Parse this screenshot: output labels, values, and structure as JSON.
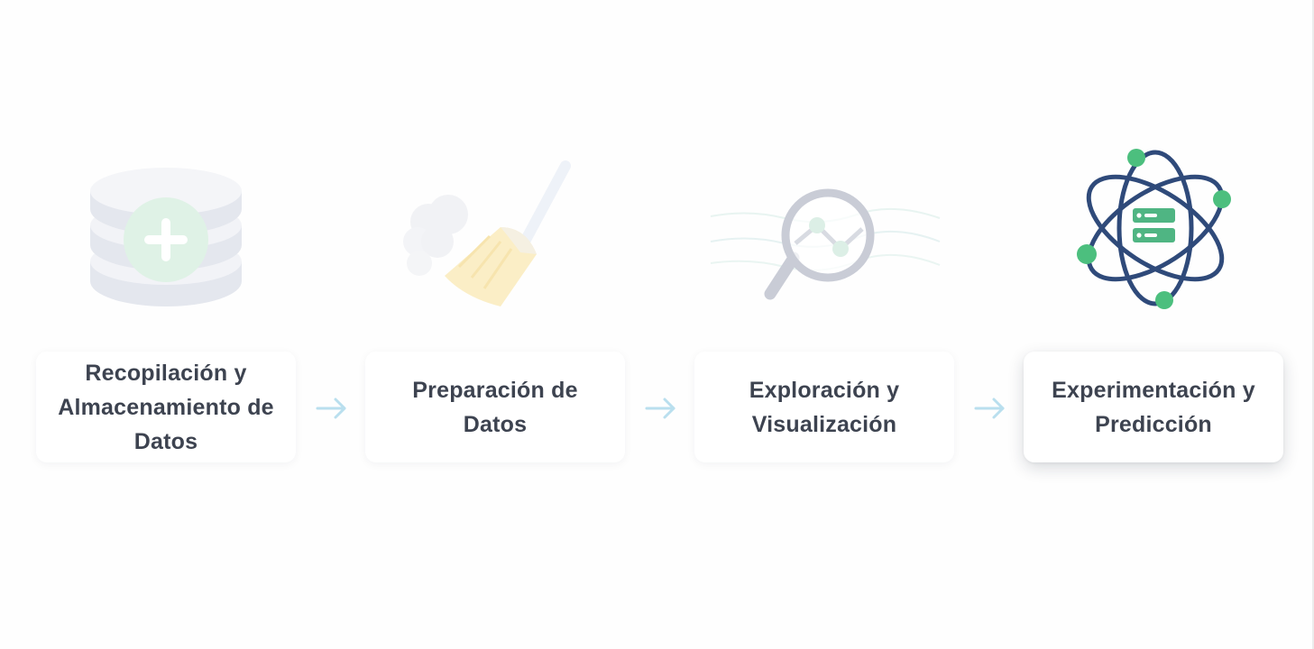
{
  "steps": [
    {
      "label": "Recopilación y\nAlmacenamiento de\nDatos",
      "icon": "database-add-icon",
      "active": false
    },
    {
      "label": "Preparación de\nDatos",
      "icon": "broom-icon",
      "active": false
    },
    {
      "label": "Exploración y\nVisualización",
      "icon": "magnifier-chart-icon",
      "active": false
    },
    {
      "label": "Experimentación y\nPredicción",
      "icon": "atom-server-icon",
      "active": true
    }
  ],
  "arrows": [
    "arrow-right-icon",
    "arrow-right-icon",
    "arrow-right-icon"
  ],
  "colors": {
    "arrow": "#b9dfee",
    "atom_orbit": "#2f4a7a",
    "atom_node": "#4cbf7e",
    "server": "#4fb583",
    "database": "#e8eaf0",
    "plus_badge": "#dff2e6",
    "broom_bristles": "#fbeec6",
    "magnifier": "#c9ccd6",
    "text": "#3d4350"
  }
}
